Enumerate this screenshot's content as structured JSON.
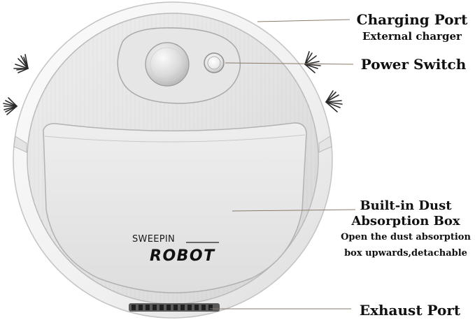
{
  "labels": {
    "charging_port": "Charging Port",
    "charging_port_detail": "External charger",
    "power_switch": "Power Switch",
    "dust_box_line1": "Built-in Dust",
    "dust_box_line2": "Absorption Box",
    "dust_box_detail_line1": "Open the dust absorption",
    "dust_box_detail_line2": "box upwards,detachable",
    "exhaust_port": "Exhaust Port"
  },
  "product": {
    "brand_line1": "SWEEPIN",
    "brand_line2": "ROBOT"
  },
  "colors": {
    "body_white": "#f4f4f4",
    "brushed_silver": "#e2e2e2",
    "rim_outline": "#b9b9b9",
    "brush_bristles": "#2a2a2a",
    "callout_line": "#8a7a66"
  }
}
